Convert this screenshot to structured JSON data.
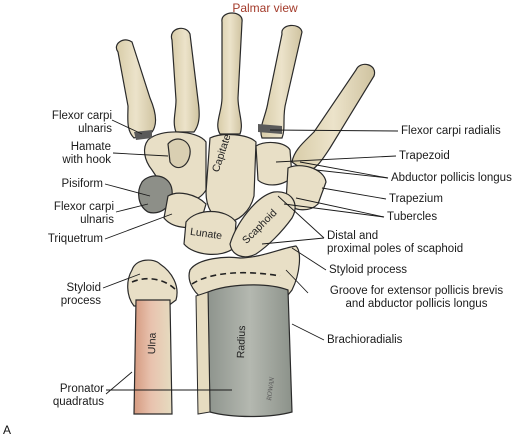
{
  "title": "Palmar view",
  "panel_letter": "A",
  "signature": "ROWAN",
  "bone_labels": {
    "capitate": "Capitate",
    "lunate": "Lunate",
    "scaphoid": "Scaphoid",
    "ulna": "Ulna",
    "radius": "Radius"
  },
  "labels_left": {
    "flexor_carpi_ulnaris_top": [
      "Flexor carpi",
      "ulnaris"
    ],
    "hamate": [
      "Hamate",
      "with hook"
    ],
    "pisiform": "Pisiform",
    "flexor_carpi_ulnaris_mid": [
      "Flexor carpi",
      "ulnaris"
    ],
    "triquetrum": "Triquetrum",
    "styloid_left": [
      "Styloid",
      "process"
    ],
    "pronator": [
      "Pronator",
      "quadratus"
    ]
  },
  "labels_right": {
    "flexor_carpi_radialis": "Flexor carpi radialis",
    "trapezoid": "Trapezoid",
    "abductor_pollicis_longus": "Abductor pollicis longus",
    "trapezium": "Trapezium",
    "tubercles": "Tubercles",
    "scaphoid_poles": [
      "Distal and",
      "proximal poles of scaphoid"
    ],
    "styloid_right": "Styloid process",
    "groove": [
      "Groove for extensor pollicis brevis",
      "and abductor pollicis longus"
    ],
    "brachioradialis": "Brachioradialis"
  },
  "colors": {
    "bone": "#e6dcc0",
    "bone_shadow": "#c9bd9c",
    "outline": "#2a2a2a",
    "radius_shaft": "#9ea39c",
    "ulna_muscle": "#d9a088",
    "title": "#a33a2a"
  }
}
